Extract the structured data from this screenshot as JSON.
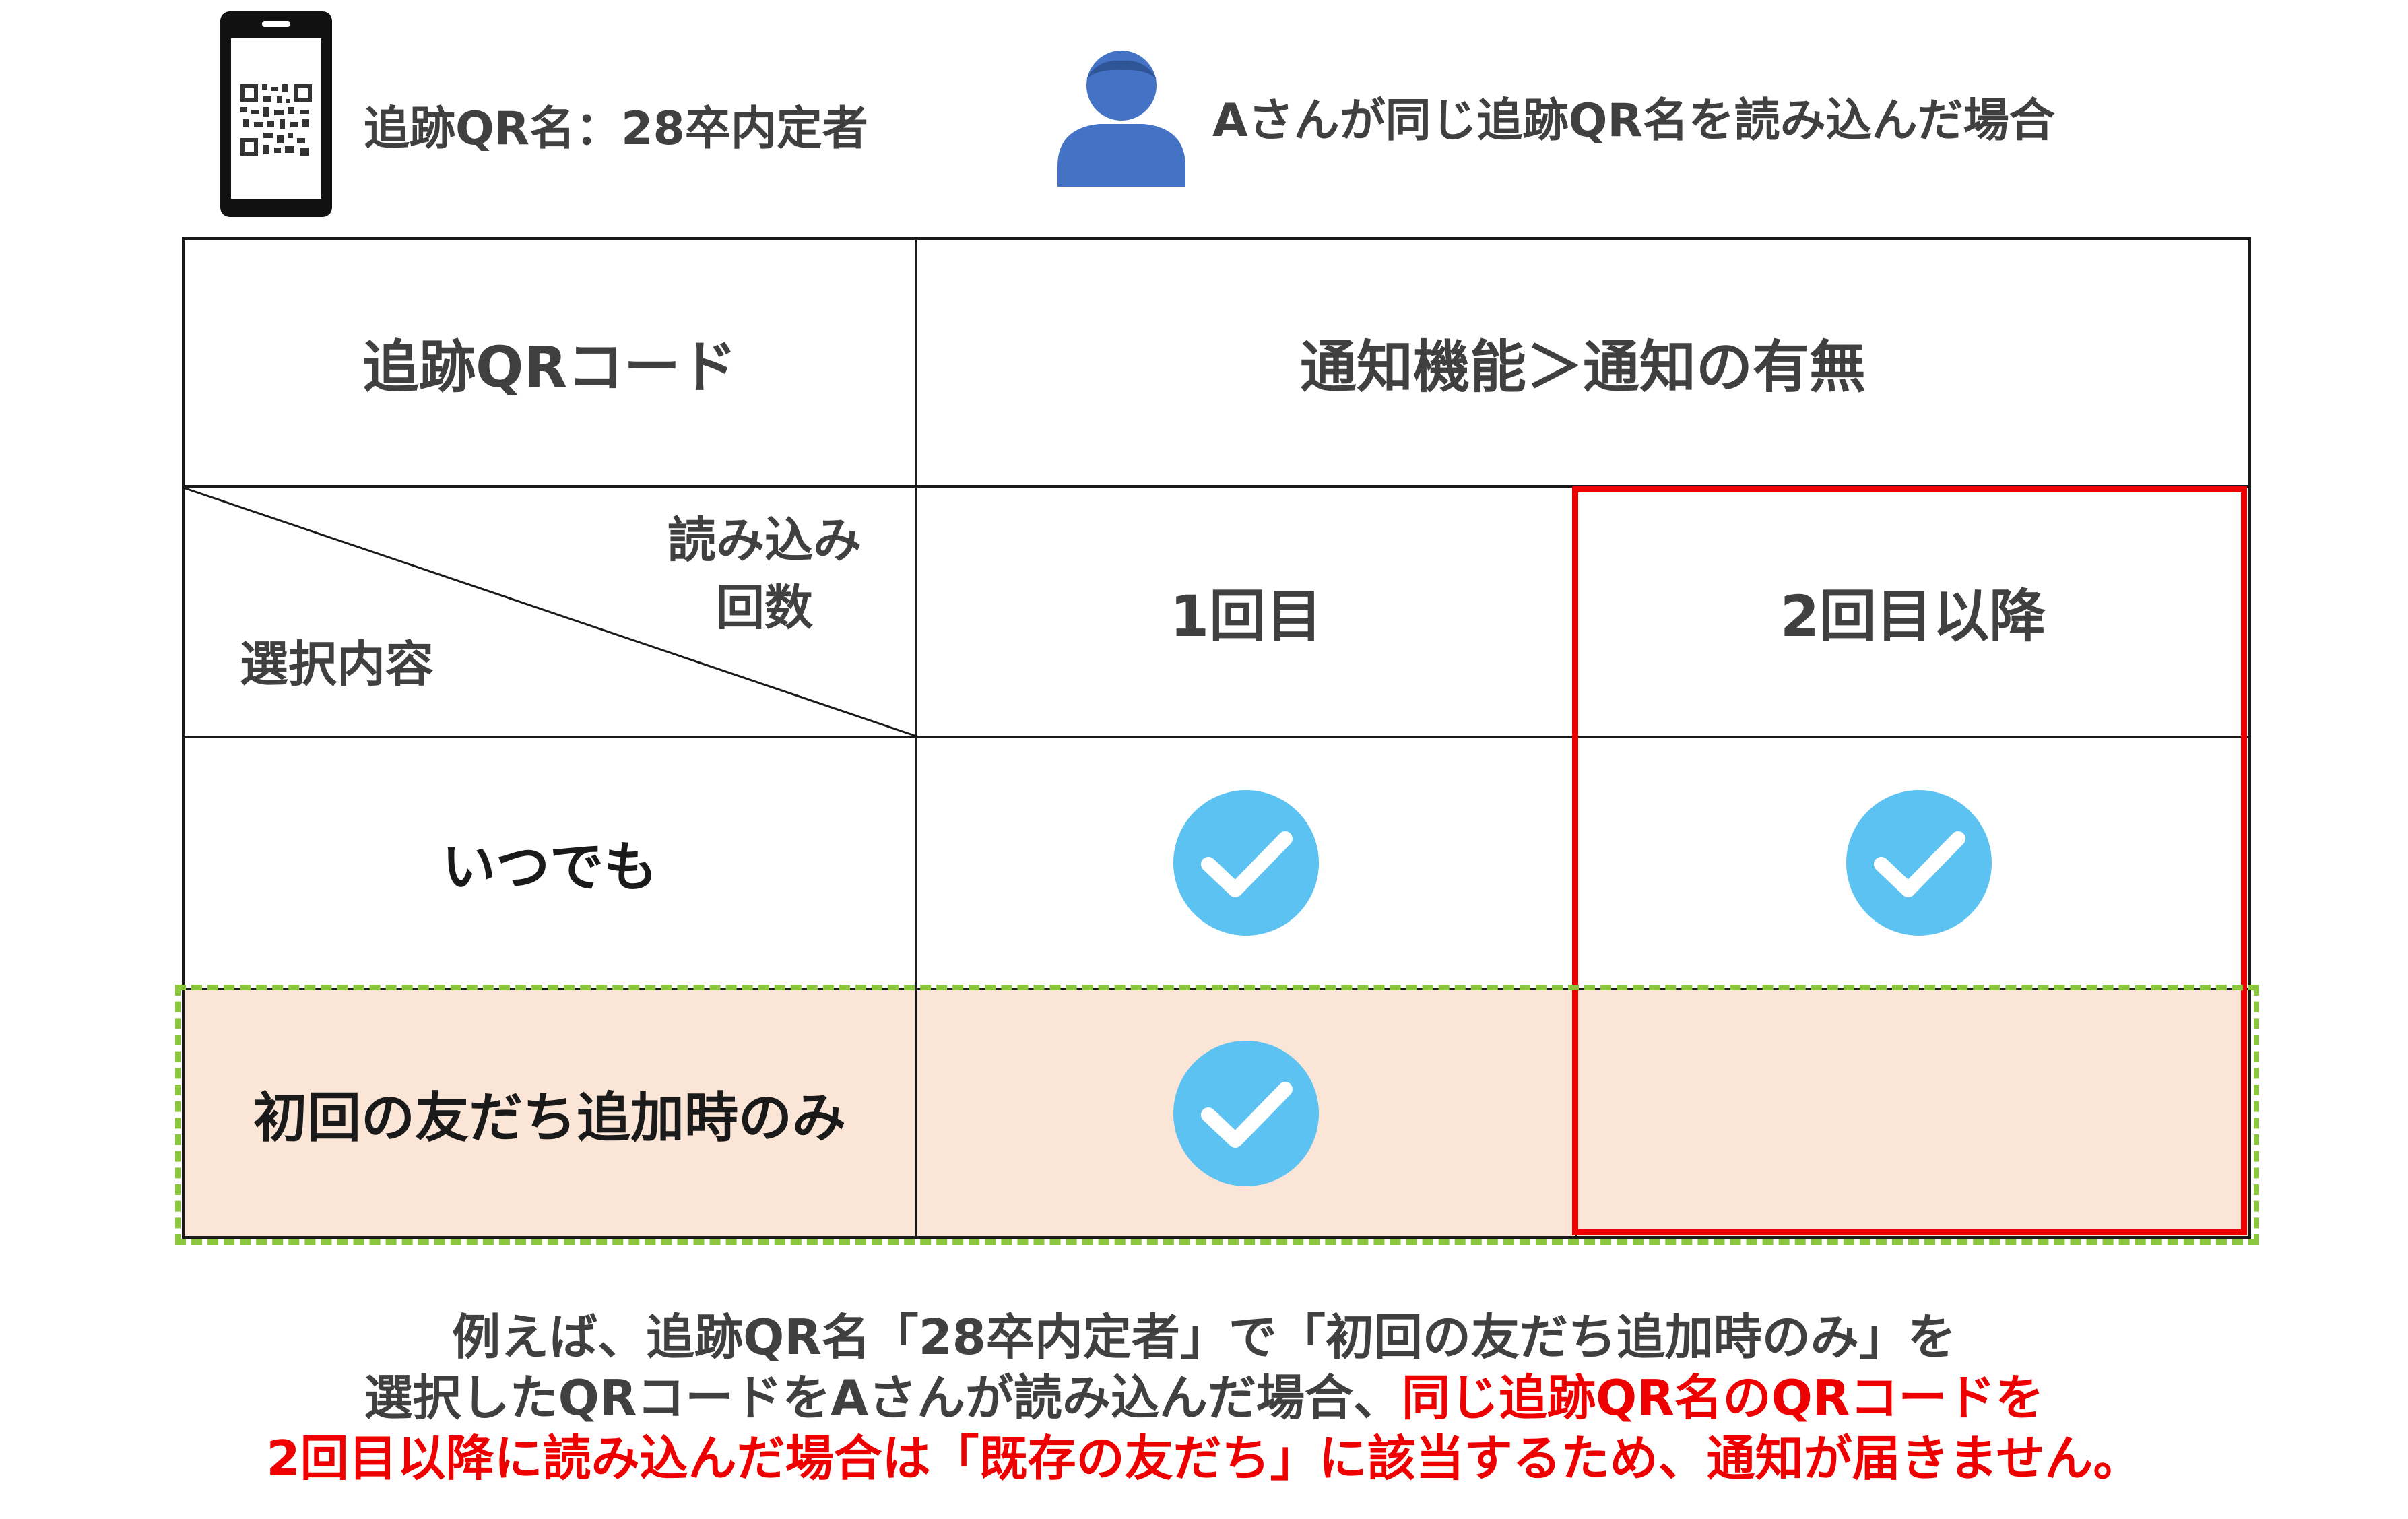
{
  "header": {
    "qr_label": "追跡QR名：28卒内定者",
    "scenario_label": "Aさんが同じ追跡QR名を読み込んだ場合"
  },
  "table": {
    "col1_header": "追跡QRコード",
    "col2_header": "通知機能＞通知の有無",
    "corner": {
      "top_right_line1": "読み込み",
      "top_right_line2": "回数",
      "bottom_left": "選択内容"
    },
    "col_first": "1回目",
    "col_second": "2回目以降",
    "rows": [
      {
        "label": "いつでも",
        "first": true,
        "second": true
      },
      {
        "label": "初回の友だち追加時のみ",
        "first": true,
        "second": false
      }
    ],
    "colors": {
      "check": "#5bc2f2",
      "highlight_row_bg": "#fbe5d6",
      "highlight_row_border": "#8cc63f",
      "highlight_col_border": "#ee0000"
    }
  },
  "note": {
    "line1": "例えば、追跡QR名「28卒内定者」で「初回の友だち追加時のみ」を",
    "line2_normal": "選択したQRコードをAさんが読み込んだ場合、",
    "line2_red": "同じ追跡QR名のQRコードを",
    "line3_red": "2回目以降に読み込んだ場合は「既存の友だち」に該当するため、通知が届きません。"
  }
}
